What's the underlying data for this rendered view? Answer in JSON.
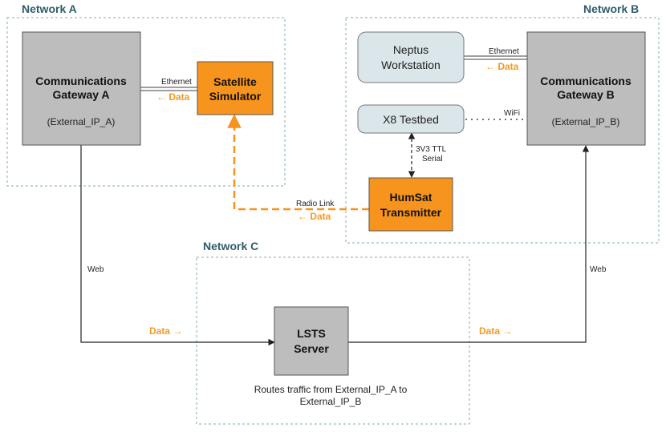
{
  "networks": {
    "a": "Network A",
    "b": "Network B",
    "c": "Network C"
  },
  "nodes": {
    "gateway_a": {
      "line1": "Communications",
      "line2": "Gateway A",
      "sub": "(External_IP_A)"
    },
    "satellite": {
      "line1": "Satellite",
      "line2": "Simulator"
    },
    "neptus": {
      "line1": "Neptus",
      "line2": "Workstation"
    },
    "x8": {
      "label": "X8 Testbed"
    },
    "gateway_b": {
      "line1": "Communications",
      "line2": "Gateway B",
      "sub": "(External_IP_B)"
    },
    "humsat": {
      "line1": "HumSat",
      "line2": "Transmitter"
    },
    "lsts": {
      "line1": "LSTS",
      "line2": "Server"
    }
  },
  "links": {
    "ethernet_a": "Ethernet",
    "data_a": "← Data",
    "ethernet_b": "Ethernet",
    "data_b": "← Data",
    "wifi": "WiFi",
    "serial_1": "3V3 TTL",
    "serial_2": "Serial",
    "radio": "Radio Link",
    "data_radio": "← Data",
    "web_left": "Web",
    "web_right": "Web",
    "data_left": "Data →",
    "data_right": "Data →"
  },
  "notes": {
    "routes_1": "Routes traffic from External_IP_A to",
    "routes_2": "External_IP_B"
  },
  "colors": {
    "orange": "#f7941d",
    "gray_box": "#bdbdbd",
    "light_box": "#dae6ea",
    "network_border": "#7fb2aa",
    "network_title": "#2e5d6b",
    "data_text": "#f39a1f"
  }
}
